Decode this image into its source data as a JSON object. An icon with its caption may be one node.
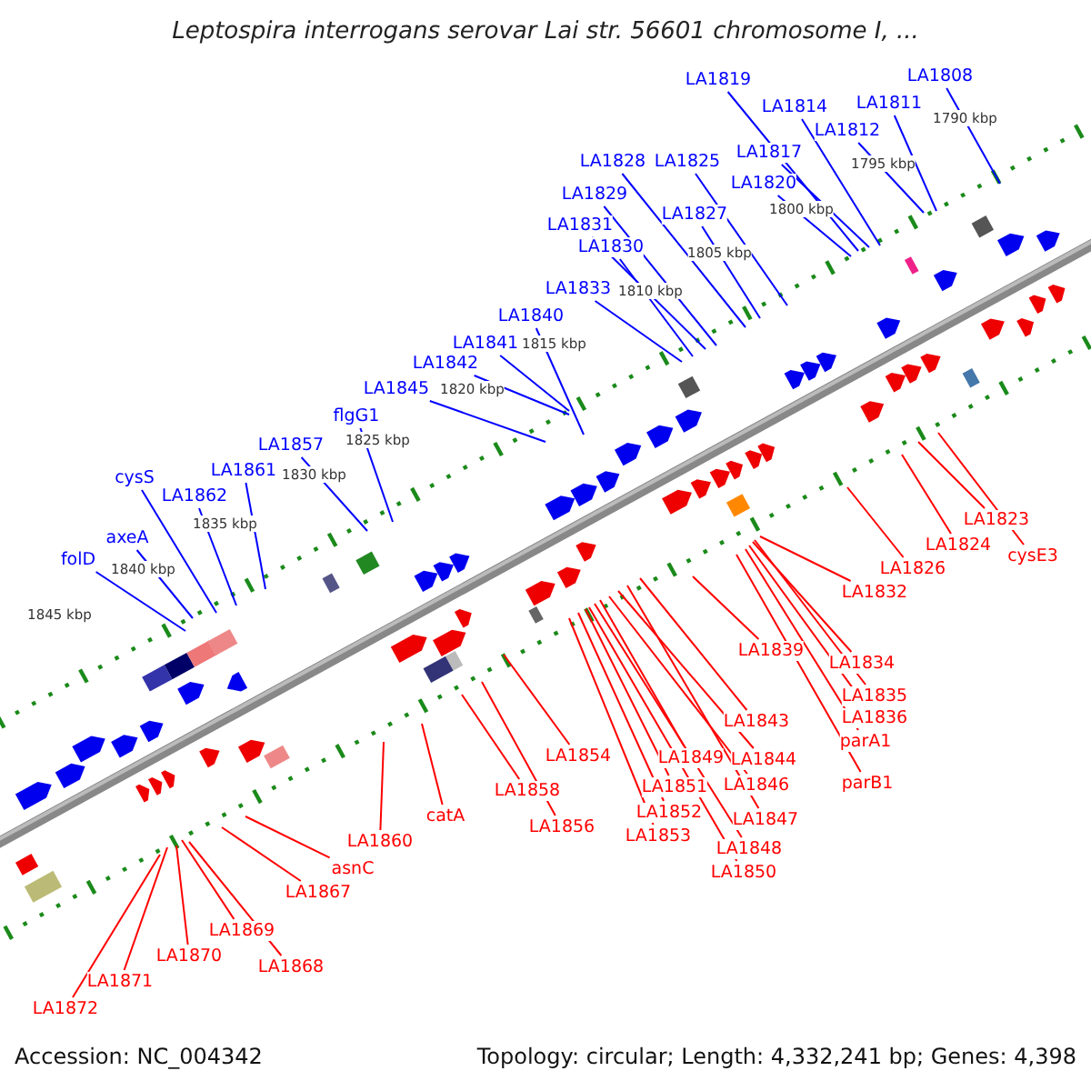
{
  "diagram": {
    "title": "Leptospira interrogans serovar Lai str. 56601 chromosome I, ...",
    "nodes": [
      {
        "text": [
          "LA1819"
        ]
      },
      {
        "text": [
          "LA1808"
        ]
      },
      {
        "text": [
          "LA1814"
        ]
      },
      {
        "text": [
          "LA1811"
        ]
      },
      {
        "text": [
          "LA1812"
        ]
      },
      {
        "text": [
          "LA1828"
        ]
      },
      {
        "text": [
          "LA1825"
        ]
      },
      {
        "text": [
          "LA1817"
        ]
      },
      {
        "text": [
          "LA1820"
        ]
      },
      {
        "text": [
          "LA1829"
        ]
      },
      {
        "text": [
          "LA1827"
        ]
      },
      {
        "text": [
          "LA1831"
        ]
      },
      {
        "text": [
          "LA1830"
        ]
      },
      {
        "text": [
          "LA1833"
        ]
      },
      {
        "text": [
          "LA1840"
        ]
      },
      {
        "text": [
          "LA1841"
        ]
      },
      {
        "text": [
          "LA1842"
        ]
      },
      {
        "text": [
          "LA1845"
        ]
      },
      {
        "text": [
          "flgG1"
        ]
      },
      {
        "text": [
          "LA1857"
        ]
      },
      {
        "text": [
          "cysS"
        ]
      },
      {
        "text": [
          "LA1861"
        ]
      },
      {
        "text": [
          "LA1862"
        ]
      },
      {
        "text": [
          "axeA"
        ]
      },
      {
        "text": [
          "folD"
        ]
      },
      {
        "text": [
          "LA1823"
        ]
      },
      {
        "text": [
          "LA1824"
        ]
      },
      {
        "text": [
          "cysE3"
        ]
      },
      {
        "text": [
          "LA1826"
        ]
      },
      {
        "text": [
          "LA1832"
        ]
      },
      {
        "text": [
          "LA1839"
        ]
      },
      {
        "text": [
          "LA1834"
        ]
      },
      {
        "text": [
          "LA1835"
        ]
      },
      {
        "text": [
          "LA1836"
        ]
      },
      {
        "text": [
          "parA1"
        ]
      },
      {
        "text": [
          "LA1843"
        ]
      },
      {
        "text": [
          "parB1"
        ]
      },
      {
        "text": [
          "LA1854"
        ]
      },
      {
        "text": [
          "LA1849"
        ]
      },
      {
        "text": [
          "LA1844"
        ]
      },
      {
        "text": [
          "LA1858"
        ]
      },
      {
        "text": [
          "LA1851"
        ]
      },
      {
        "text": [
          "LA1846"
        ]
      },
      {
        "text": [
          "catA"
        ]
      },
      {
        "text": [
          "LA1852"
        ]
      },
      {
        "text": [
          "LA1847"
        ]
      },
      {
        "text": [
          "LA1856"
        ]
      },
      {
        "text": [
          "LA1853"
        ]
      },
      {
        "text": [
          "LA1860"
        ]
      },
      {
        "text": [
          "LA1848"
        ]
      },
      {
        "text": [
          "asnC"
        ]
      },
      {
        "text": [
          "LA1850"
        ]
      },
      {
        "text": [
          "LA1867"
        ]
      },
      {
        "text": [
          "LA1869"
        ]
      },
      {
        "text": [
          "LA1870"
        ]
      },
      {
        "text": [
          "LA1868"
        ]
      },
      {
        "text": [
          "LA1871"
        ]
      },
      {
        "text": [
          "LA1872"
        ]
      }
    ],
    "edges": [
      {
        "from": 0,
        "to": null,
        "arrow": "none",
        "color": "#0000ff"
      },
      {
        "from": 1,
        "to": null,
        "arrow": "none",
        "color": "#0000ff"
      },
      {
        "from": 2,
        "to": null,
        "arrow": "none",
        "color": "#0000ff"
      },
      {
        "from": 3,
        "to": null,
        "arrow": "none",
        "color": "#0000ff"
      },
      {
        "from": 4,
        "to": null,
        "arrow": "none",
        "color": "#0000ff"
      },
      {
        "from": 5,
        "to": null,
        "arrow": "none",
        "color": "#0000ff"
      },
      {
        "from": 6,
        "to": null,
        "arrow": "none",
        "color": "#0000ff"
      },
      {
        "from": 7,
        "to": null,
        "arrow": "none",
        "color": "#0000ff"
      },
      {
        "from": 8,
        "to": null,
        "arrow": "none",
        "color": "#0000ff"
      },
      {
        "from": 9,
        "to": null,
        "arrow": "none",
        "color": "#0000ff"
      },
      {
        "from": 10,
        "to": null,
        "arrow": "none",
        "color": "#0000ff"
      },
      {
        "from": 11,
        "to": null,
        "arrow": "none",
        "color": "#0000ff"
      },
      {
        "from": 12,
        "to": null,
        "arrow": "none",
        "color": "#0000ff"
      },
      {
        "from": 13,
        "to": null,
        "arrow": "none",
        "color": "#0000ff"
      },
      {
        "from": 14,
        "to": null,
        "arrow": "none",
        "color": "#0000ff"
      },
      {
        "from": 15,
        "to": null,
        "arrow": "none",
        "color": "#0000ff"
      },
      {
        "from": 16,
        "to": null,
        "arrow": "none",
        "color": "#0000ff"
      },
      {
        "from": 17,
        "to": null,
        "arrow": "none",
        "color": "#0000ff"
      },
      {
        "from": 18,
        "to": null,
        "arrow": "none",
        "color": "#0000ff"
      },
      {
        "from": 19,
        "to": null,
        "arrow": "none",
        "color": "#0000ff"
      },
      {
        "from": 20,
        "to": null,
        "arrow": "none",
        "color": "#0000ff"
      },
      {
        "from": 21,
        "to": null,
        "arrow": "none",
        "color": "#0000ff"
      },
      {
        "from": 22,
        "to": null,
        "arrow": "none",
        "color": "#0000ff"
      },
      {
        "from": 23,
        "to": null,
        "arrow": "none",
        "color": "#0000ff"
      },
      {
        "from": 24,
        "to": null,
        "arrow": "none",
        "color": "#0000ff"
      },
      {
        "from": 25,
        "to": null,
        "arrow": "none"
      },
      {
        "from": 26,
        "to": null,
        "arrow": "none"
      },
      {
        "from": 27,
        "to": null,
        "arrow": "none"
      },
      {
        "from": 28,
        "to": null,
        "arrow": "none"
      },
      {
        "from": 29,
        "to": null,
        "arrow": "none"
      },
      {
        "from": 30,
        "to": null,
        "arrow": "none"
      },
      {
        "from": 31,
        "to": null,
        "arrow": "none"
      },
      {
        "from": 32,
        "to": null,
        "arrow": "none"
      },
      {
        "from": 33,
        "to": null,
        "arrow": "none"
      },
      {
        "from": 34,
        "to": null,
        "arrow": "none"
      },
      {
        "from": 35,
        "to": null,
        "arrow": "none"
      },
      {
        "from": 36,
        "to": null,
        "arrow": "none"
      },
      {
        "from": 37,
        "to": null,
        "arrow": "none"
      },
      {
        "from": 38,
        "to": null,
        "arrow": "none"
      },
      {
        "from": 39,
        "to": null,
        "arrow": "none"
      },
      {
        "from": 40,
        "to": null,
        "arrow": "none"
      },
      {
        "from": 41,
        "to": null,
        "arrow": "none"
      },
      {
        "from": 42,
        "to": null,
        "arrow": "none"
      },
      {
        "from": 43,
        "to": null,
        "arrow": "none"
      },
      {
        "from": 44,
        "to": null,
        "arrow": "none"
      },
      {
        "from": 45,
        "to": null,
        "arrow": "none"
      },
      {
        "from": 46,
        "to": null,
        "arrow": "none"
      },
      {
        "from": 47,
        "to": null,
        "arrow": "none"
      },
      {
        "from": 48,
        "to": null,
        "arrow": "none"
      },
      {
        "from": 49,
        "to": null,
        "arrow": "none"
      },
      {
        "from": 50,
        "to": null,
        "arrow": "none"
      },
      {
        "from": 51,
        "to": null,
        "arrow": "none"
      },
      {
        "from": 52,
        "to": null,
        "arrow": "none"
      },
      {
        "from": 53,
        "to": null,
        "arrow": "none"
      },
      {
        "from": 54,
        "to": null,
        "arrow": "none"
      },
      {
        "from": 55,
        "to": null,
        "arrow": "none"
      },
      {
        "from": 56,
        "to": null,
        "arrow": "none"
      },
      {
        "from": 57,
        "to": null,
        "arrow": "none"
      }
    ],
    "labels": [
      "1790 kbp",
      "1795 kbp",
      "1800 kbp",
      "1805 kbp",
      "1810 kbp",
      "1815 kbp",
      "1820 kbp",
      "1825 kbp",
      "1830 kbp",
      "1835 kbp",
      "1840 kbp",
      "1845 kbp",
      "Accession: NC_004342",
      "Topology: circular; Length: 4,332,241 bp; Genes: 4,398"
    ]
  }
}
